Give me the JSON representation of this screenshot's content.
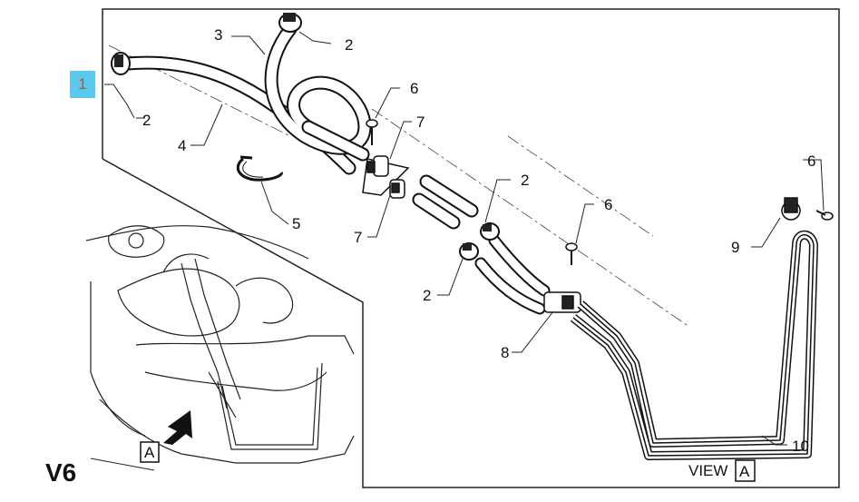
{
  "diagram": {
    "callouts": {
      "c1": "1",
      "c2a": "2",
      "c2b": "2",
      "c2c": "2",
      "c2d": "2",
      "c3": "3",
      "c4": "4",
      "c5": "5",
      "c6a": "6",
      "c6b": "6",
      "c6c": "6",
      "c7a": "7",
      "c7b": "7",
      "c8": "8",
      "c9": "9",
      "c10": "10"
    },
    "engine_label": "V6",
    "view_text": "VIEW",
    "view_letter": "A",
    "arrow_letter": "A",
    "highlight_color": "#5bc8ee",
    "highlight_text_color": "#e8421a"
  }
}
